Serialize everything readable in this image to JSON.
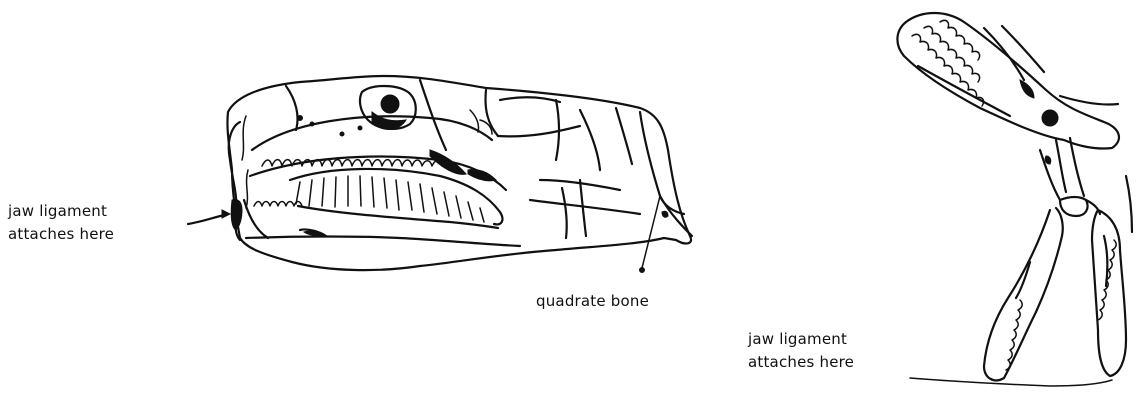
{
  "labels": {
    "left_jaw_ligament_line1": "jaw ligament",
    "left_jaw_ligament_line2": "attaches here",
    "quadrate": "quadrate bone",
    "right_jaw_ligament_line1": "jaw ligament",
    "right_jaw_ligament_line2": "attaches here"
  }
}
